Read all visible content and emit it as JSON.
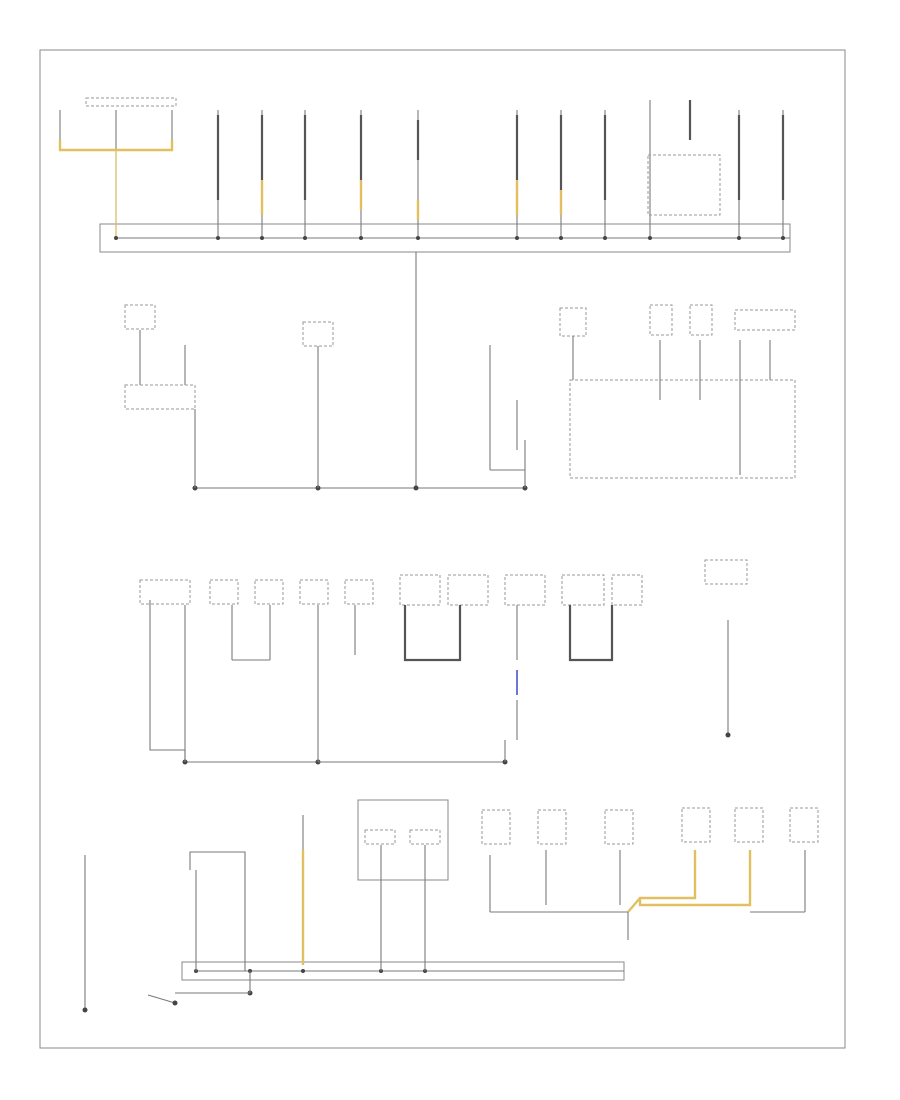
{
  "title": "",
  "labels": [],
  "blocks": {
    "top_row": {
      "components": 16,
      "bus_label_lines": 3
    },
    "second_row": {
      "components": 11
    },
    "third_row": {
      "components": 11
    },
    "bottom_row": {
      "components": 12
    }
  },
  "colors": {
    "wire": "#7a7a7a",
    "highlight_yellow": "#e0c060",
    "highlight_blue": "#4455cc",
    "border": "#8a8a8a"
  }
}
